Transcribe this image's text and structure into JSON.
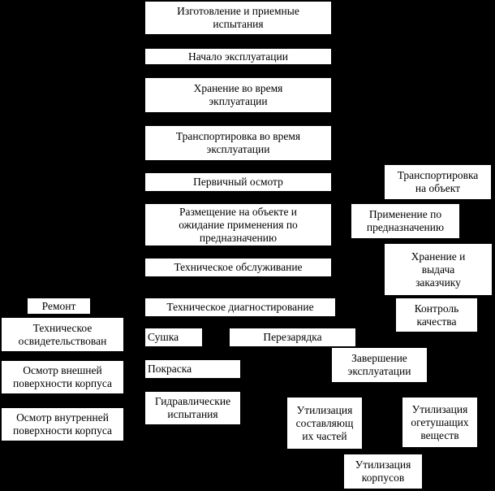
{
  "colors": {
    "background": "#000000",
    "box": "#ffffff",
    "text": "#000000"
  },
  "boxes": {
    "manufacture": "Изготовление и приемные\nиспытания",
    "start": "Начало эксплуатации",
    "storage": "Хранение во время\nэкплуатации",
    "transport": "Транспортировка во время\nэксплуатации",
    "inspection": "Первичный осмотр",
    "placement": "Размещение на объекте  и\nожидание применения по\nпредназначению",
    "maintenance": "Техническое обслуживание",
    "diagnostics": "Техническое диагностирование",
    "drying": "Сушка",
    "recharge": "Перезарядка",
    "painting": "Покраска",
    "hydro": "Гидравлические\nиспытания",
    "repair": "Ремонт",
    "tech_exam": "Техническое\nосвидетельствован",
    "outer_exam": "Осмотр внешней\nповерхности корпуса",
    "inner_exam": "Осмотр внутренней\nповерхности корпуса",
    "transport_to": "Транспортировка\nна объект",
    "use": "Применение по\nпредназначению",
    "store_issue": "Хранение и\nвыдача\nзаказчику",
    "quality": "Контроль\nкачества",
    "end": "Завершение\nэксплуатации",
    "recycle_parts": "Утилизация\nсоставляющ\nих частей",
    "recycle_agent": "Утилизация\nогетушащих\nвеществ",
    "recycle_body": "Утилизация\nкорпусов"
  }
}
